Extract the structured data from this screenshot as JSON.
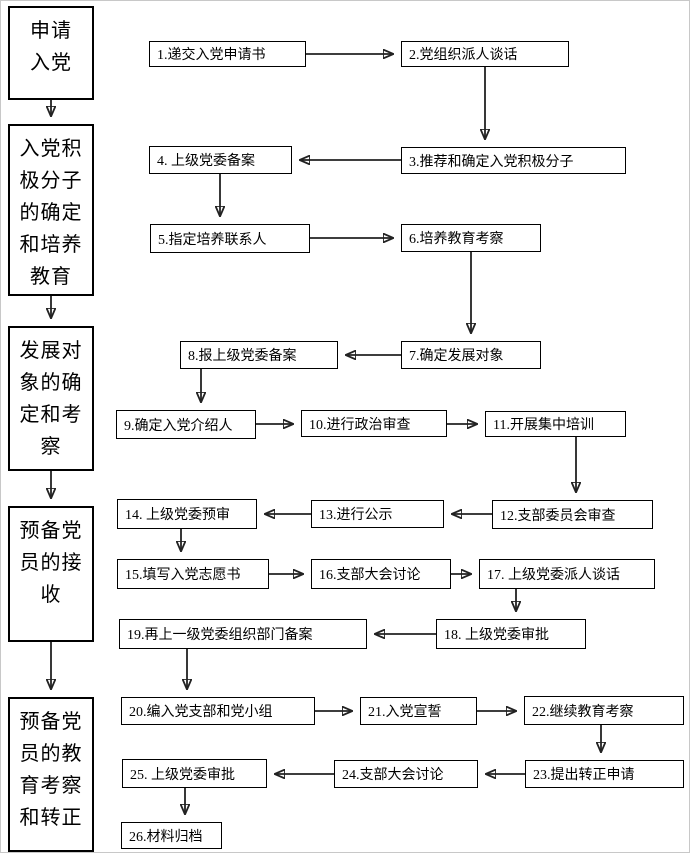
{
  "diagram": {
    "type": "flowchart",
    "title": "",
    "colors": {
      "background": "#ffffff",
      "box_border": "#000000",
      "line": "#222222",
      "text": "#000000"
    },
    "stages": [
      {
        "label": "申请\n入党"
      },
      {
        "label": "入党积\n极分子\n的确定\n和培养\n教育"
      },
      {
        "label": "发展对\n象的确\n定和考\n察"
      },
      {
        "label": "预备党\n员的接\n收"
      },
      {
        "label": "预备党\n员的教\n育考察\n和转正"
      }
    ],
    "steps": [
      "1.递交入党申请书",
      "2.党组织派人谈话",
      "3.推荐和确定入党积极分子",
      "4. 上级党委备案",
      "5.指定培养联系人",
      "6.培养教育考察",
      "7.确定发展对象",
      "8.报上级党委备案",
      "9.确定入党介绍人",
      "10.进行政治审查",
      "11.开展集中培训",
      "12.支部委员会审查",
      "13.进行公示",
      "14. 上级党委预审",
      "15.填写入党志愿书",
      "16.支部大会讨论",
      "17. 上级党委派人谈话",
      "18. 上级党委审批",
      "19.再上一级党委组织部门备案",
      "20.编入党支部和党小组",
      "21.入党宣誓",
      "22.继续教育考察",
      "23.提出转正申请",
      "24.支部大会讨论",
      "25. 上级党委审批",
      "26.材料归档"
    ]
  }
}
